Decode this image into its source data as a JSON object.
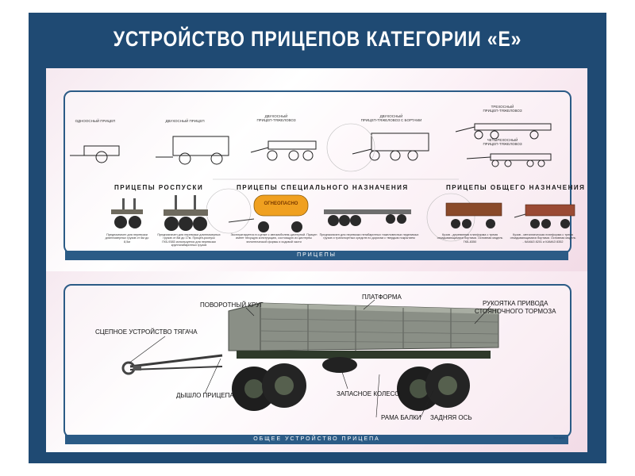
{
  "poster_title": "УСТРОЙСТВО ПРИЦЕПОВ КАТЕГОРИИ «Е»",
  "top_section": {
    "caption": "ПРИЦЕПЫ",
    "schemes": [
      {
        "label": "ОДНООСНЫЙ ПРИЦЕП"
      },
      {
        "label": "ДВУХОСНЫЙ ПРИЦЕП"
      },
      {
        "label": "ДВУХОСНЫЙ\nПРИЦЕП-ТЯЖЕЛОВОЗ"
      },
      {
        "label": "ДВУХОСНЫЙ\nПРИЦЕП-ТЯЖЕЛОВОЗ С БОРТАМИ"
      },
      {
        "label": "ТРЕХОСНЫЙ\nПРИЦЕП-ТЯЖЕЛОВОЗ"
      },
      {
        "label": "ЧЕТЫРЕХОСНЫЙ\nПРИЦЕП-ТЯЖЕЛОВОЗ"
      }
    ],
    "categories": [
      {
        "label": "ПРИЦЕПЫ РОСПУСКИ"
      },
      {
        "label": "ПРИЦЕПЫ СПЕЦИАЛЬНОГО НАЗНАЧЕНИЯ"
      },
      {
        "label": "ПРИЦЕПЫ ОБЩЕГО НАЗНАЧЕНИЯ"
      }
    ],
    "tank_text": "ОГНЕОПАСНО",
    "descriptions": [
      "Предназначен для перевозки длинномерных грузов от 6м до 8,5м",
      "Предназначен для перевозки длинномерных грузов от 8м до 17м. Прицеп-роспуск ГКБ-9383 используется для перевозки крупногабаритных грузов",
      "Эксплуатируется в сцепке с автомобилем-цистерной. Прицеп имеет несущую конструкцию, состоящую из цистерны эллиптической формы и ходовой части",
      "Предназначен для перевозки негабаритных тяжеловесных неделимых грузов и транспортных средств по дорогам с твердым покрытием",
      "Кузов - деревянная платформа с тремя откидывающимися бортами. Основная модель ГКБ-8350",
      "Кузов - металлическая платформа с тремя откидывающимися бортами. Основная модель - КАМАЗ 8201 и КАМАЗ 8352"
    ]
  },
  "bottom_section": {
    "caption": "ОБЩЕЕ УСТРОЙСТВО ПРИЦЕПА",
    "parts": {
      "turntable": "ПОВОРОТНЫЙ КРУГ",
      "platform": "ПЛАТФОРМА",
      "parking_brake": "РУКОЯТКА ПРИВОДА\nСТОЯНОЧНОГО ТОРМОЗА",
      "hitch": "СЦЕПНОЕ УСТРОЙСТВО ТЯГАЧА",
      "drawbar": "ДЫШЛО ПРИЦЕПА",
      "spare_wheel": "ЗАПАСНОЕ КОЛЕСО",
      "frame_beam": "РАМА БАЛКИ",
      "rear_axle": "ЗАДНЯЯ ОСЬ"
    }
  },
  "footer": "Эверест"
}
